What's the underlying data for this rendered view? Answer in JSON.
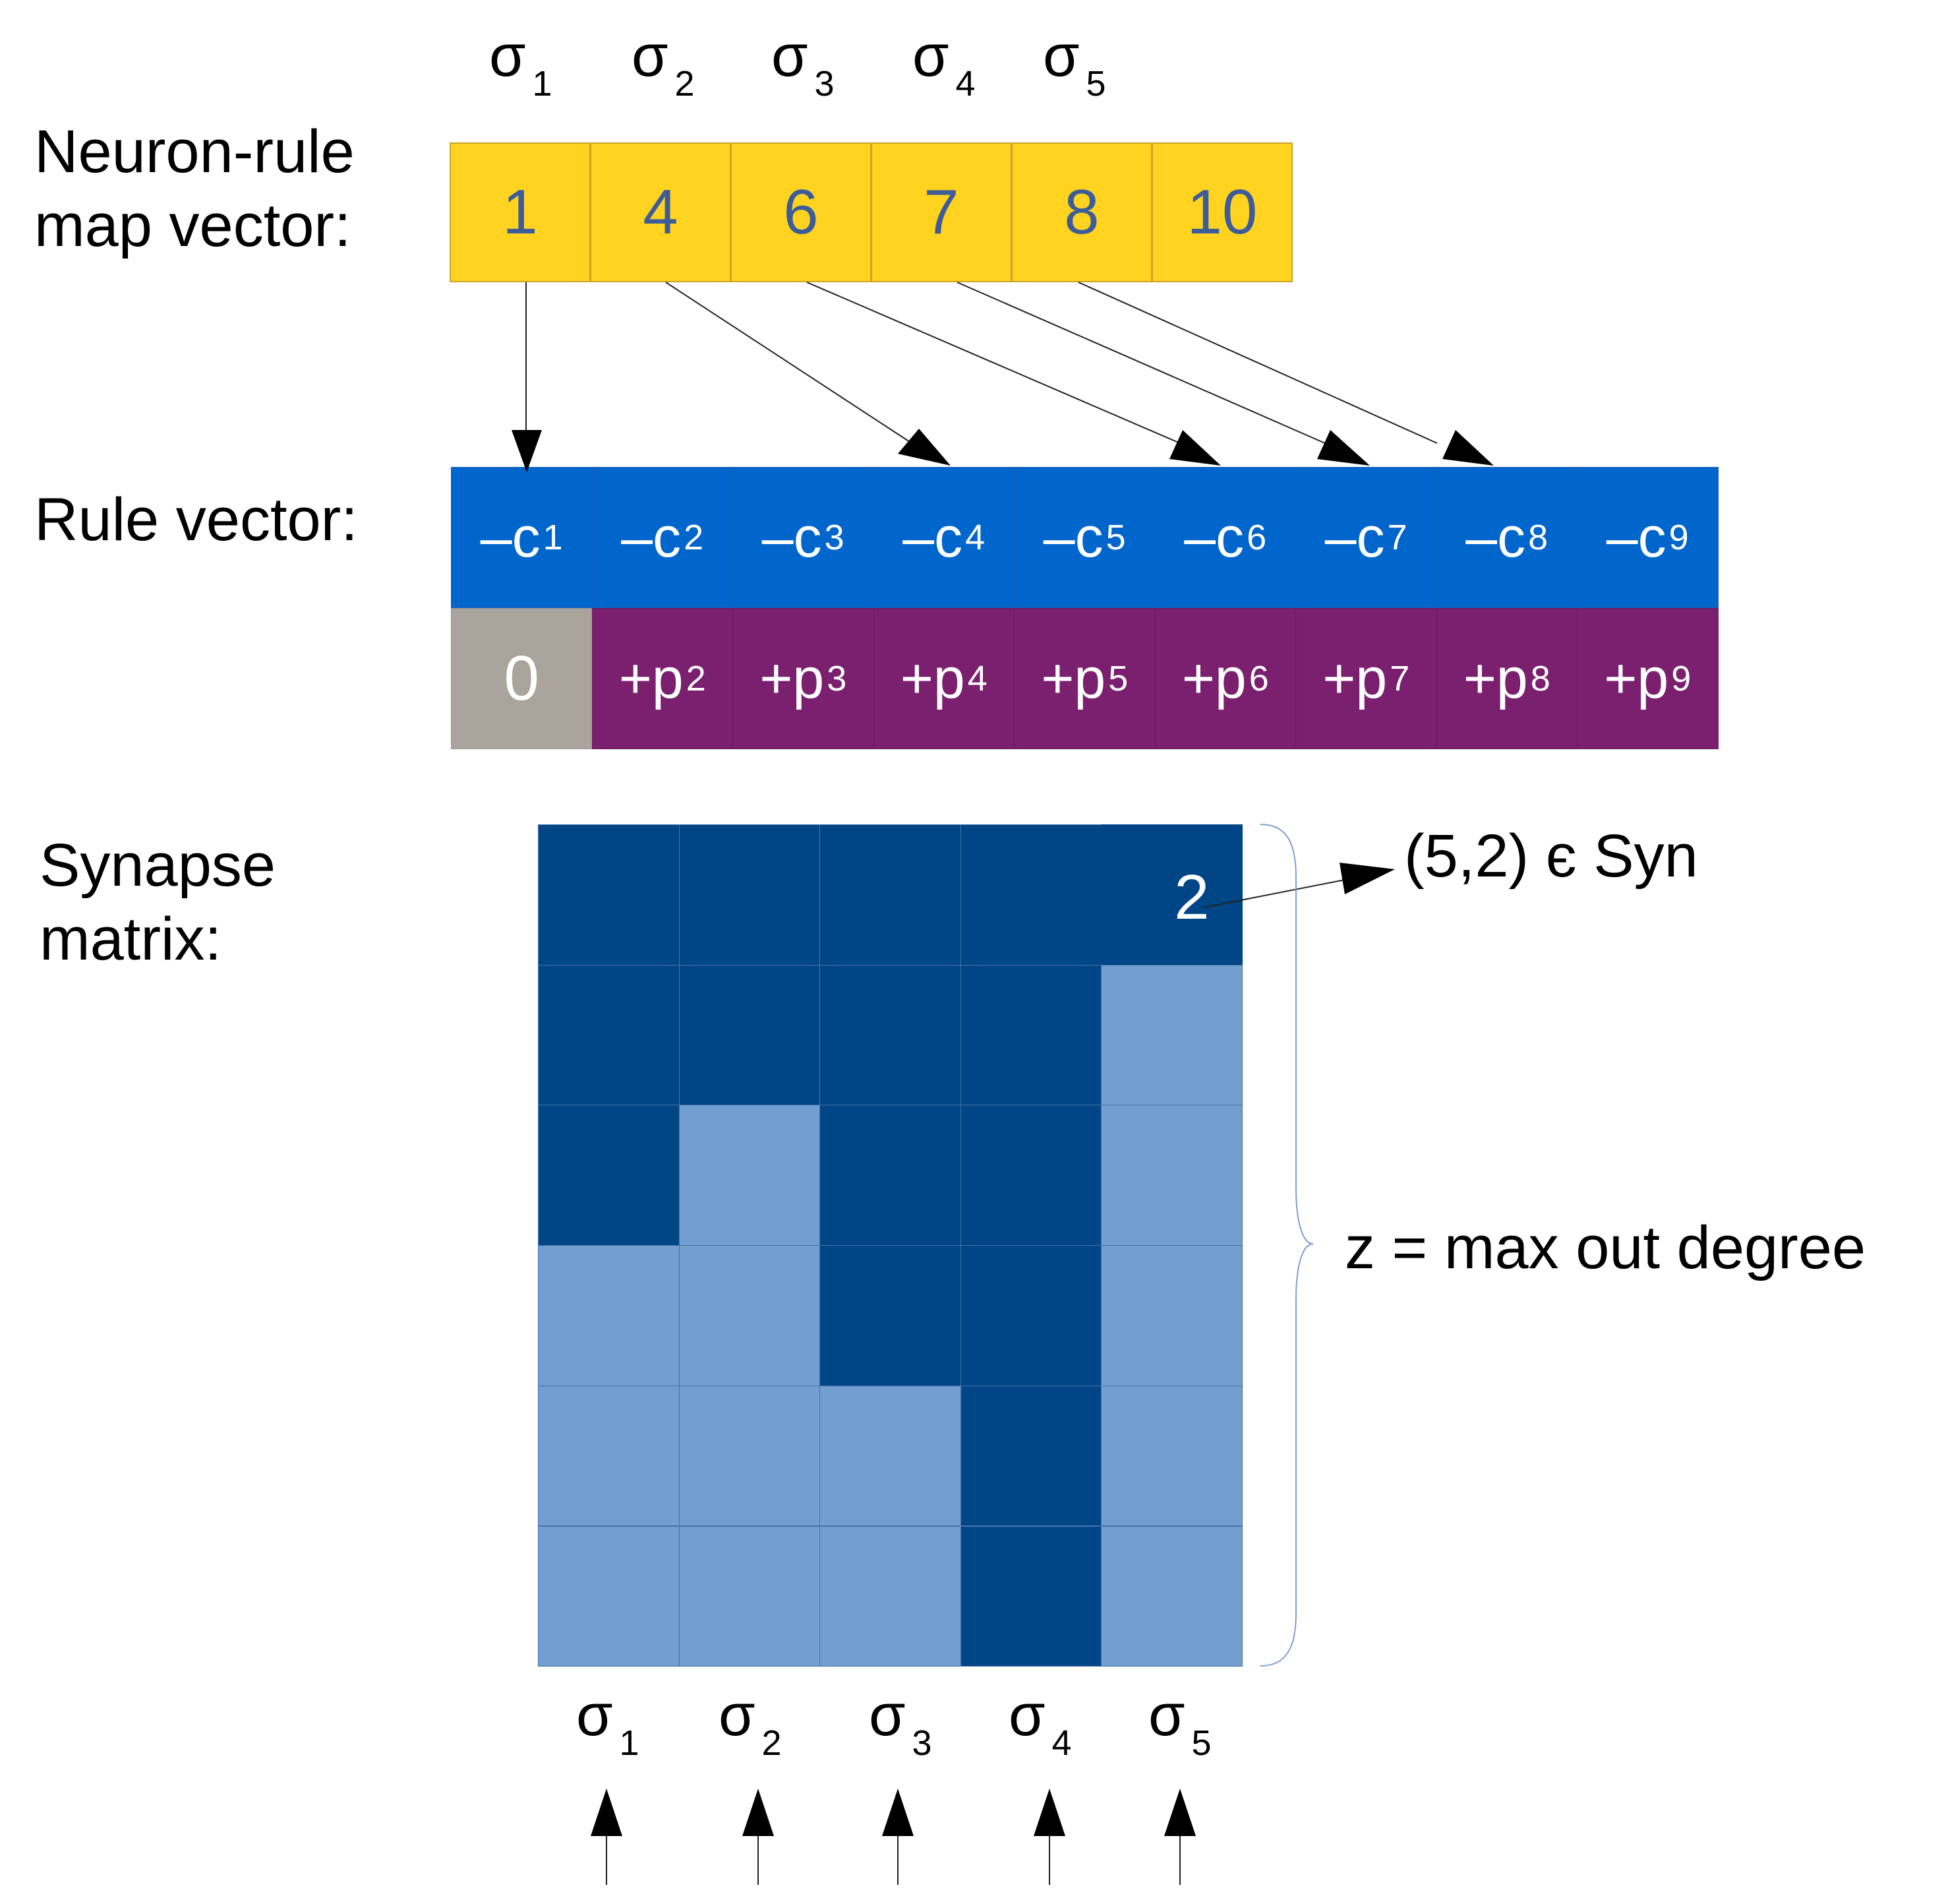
{
  "sigma": "σ",
  "labels": {
    "map_vector": [
      "Neuron-rule",
      "map vector:"
    ],
    "rule_vector": "Rule vector:",
    "synapse_matrix": [
      "Synapse",
      "matrix:"
    ]
  },
  "top_sigmas": [
    "1",
    "2",
    "3",
    "4",
    "5"
  ],
  "map_vector": [
    "1",
    "4",
    "6",
    "7",
    "8",
    "10"
  ],
  "rule_c": [
    "1",
    "2",
    "3",
    "4",
    "5",
    "6",
    "7",
    "8",
    "9"
  ],
  "rule_c_prefix": "–c",
  "rule_p_first": "0",
  "rule_p": [
    "2",
    "3",
    "4",
    "5",
    "6",
    "7",
    "8",
    "9"
  ],
  "rule_p_prefix": "+p",
  "matrix": {
    "rows": [
      [
        "d",
        "d",
        "d",
        "d",
        "d"
      ],
      [
        "d",
        "d",
        "d",
        "d",
        "l"
      ],
      [
        "d",
        "l",
        "d",
        "d",
        "l"
      ],
      [
        "l",
        "l",
        "d",
        "d",
        "l"
      ],
      [
        "l",
        "l",
        "l",
        "d",
        "l"
      ],
      [
        "l",
        "l",
        "l",
        "d",
        "l"
      ]
    ],
    "highlight_value": "2",
    "highlight_note": "(5,2) є Syn",
    "brace_note": "z = max out degree"
  },
  "bottom_sigmas": [
    "1",
    "2",
    "3",
    "4",
    "5"
  ],
  "colors": {
    "yellow": "#ffd320",
    "blue": "#0066cc",
    "purple": "#7b1f6f",
    "gray": "#aaa49d",
    "dark_blue": "#004586",
    "light_blue": "#729fcf"
  }
}
